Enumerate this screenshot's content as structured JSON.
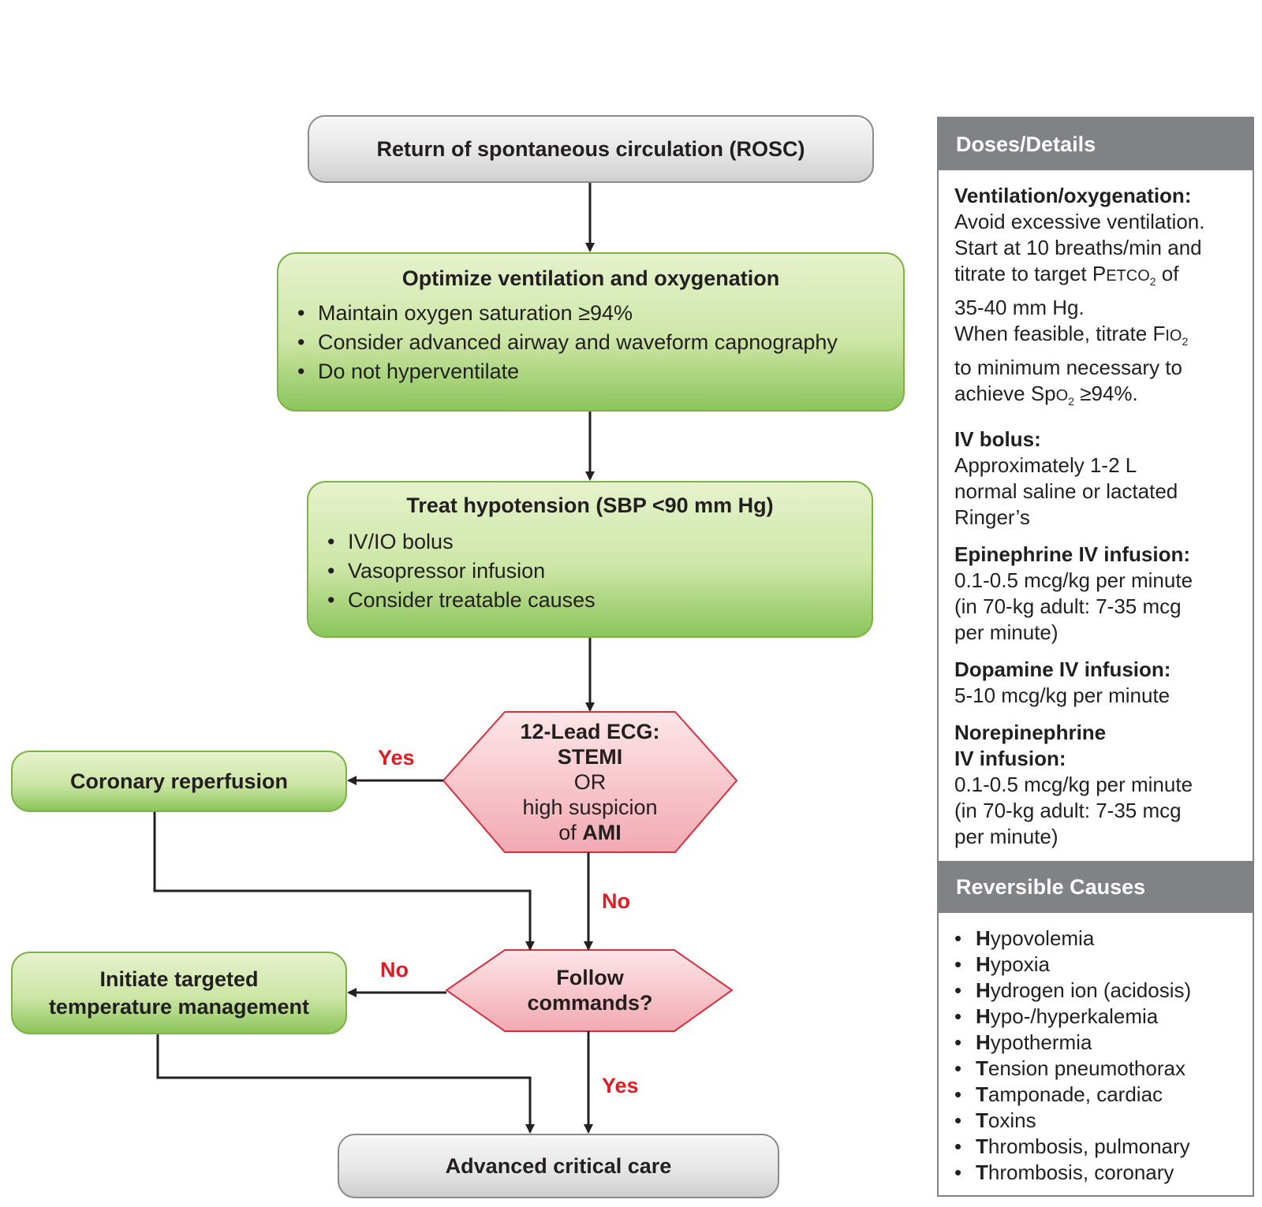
{
  "flow": {
    "rosc": "Return of spontaneous circulation (ROSC)",
    "optimize": {
      "title": "Optimize ventilation and oxygenation",
      "items": [
        "Maintain oxygen saturation ≥94%",
        "Consider advanced airway and waveform capnography",
        "Do not hyperventilate"
      ]
    },
    "hypotension": {
      "title": "Treat hypotension (SBP <90 mm Hg)",
      "items": [
        "IV/IO bolus",
        "Vasopressor infusion",
        "Consider treatable causes"
      ]
    },
    "ecg": {
      "line1": "12-Lead ECG:",
      "line2": "STEMI",
      "line3": "OR",
      "line4": "high suspicion",
      "line5_pre": "of ",
      "line5_bold": "AMI"
    },
    "coronary": "Coronary reperfusion",
    "follow": {
      "line1": "Follow",
      "line2": "commands?"
    },
    "ttm": {
      "line1": "Initiate targeted",
      "line2": "temperature management"
    },
    "advanced": "Advanced critical care",
    "labels": {
      "yes_ecg": "Yes",
      "no_ecg": "No",
      "no_follow": "No",
      "yes_follow": "Yes"
    }
  },
  "sidebar": {
    "doses_header": "Doses/Details",
    "ventilation": {
      "title": "Ventilation/oxygenation:",
      "l1": "Avoid excessive ventilation.",
      "l2": "Start at 10 breaths/min and",
      "l3_pre": "titrate to target P",
      "l3_sc": "ETCO",
      "l3_sub": "2",
      "l3_post": " of",
      "l4": "35-40 mm Hg.",
      "l5_pre": "When feasible, titrate F",
      "l5_sc": "IO",
      "l5_sub": "2",
      "l6": "to minimum necessary to",
      "l7_pre": "achieve Sp",
      "l7_sc": "O",
      "l7_sub": "2",
      "l7_post": " ≥94%."
    },
    "bolus": {
      "title": "IV bolus:",
      "lines": [
        "Approximately 1-2 L",
        "normal saline or lactated",
        "Ringer’s"
      ]
    },
    "epi": {
      "title": "Epinephrine IV infusion:",
      "lines": [
        "0.1-0.5 mcg/kg per minute",
        "(in 70-kg adult: 7-35 mcg",
        "per minute)"
      ]
    },
    "dopamine": {
      "title": "Dopamine IV infusion:",
      "lines": [
        "5-10 mcg/kg per minute"
      ]
    },
    "norepi": {
      "title1": "Norepinephrine",
      "title2": "IV infusion:",
      "lines": [
        "0.1-0.5 mcg/kg per minute",
        "(in 70-kg adult: 7-35 mcg",
        "per minute)"
      ]
    },
    "causes_header": "Reversible Causes",
    "causes": [
      {
        "initial": "H",
        "rest": "ypovolemia"
      },
      {
        "initial": "H",
        "rest": "ypoxia"
      },
      {
        "initial": "H",
        "rest": "ydrogen ion (acidosis)"
      },
      {
        "initial": "H",
        "rest": "ypo-/hyperkalemia"
      },
      {
        "initial": "H",
        "rest": "ypothermia"
      },
      {
        "initial": "T",
        "rest": "ension pneumothorax"
      },
      {
        "initial": "T",
        "rest": "amponade, cardiac"
      },
      {
        "initial": "T",
        "rest": "oxins"
      },
      {
        "initial": "T",
        "rest": "hrombosis, pulmonary"
      },
      {
        "initial": "T",
        "rest": "hrombosis, coronary"
      }
    ]
  },
  "colors": {
    "green_border": "#7cb342",
    "pink_fill": "#f6c9cf",
    "pink_border": "#d6303d",
    "red_label": "#e21b23",
    "gray_header": "#808285"
  }
}
